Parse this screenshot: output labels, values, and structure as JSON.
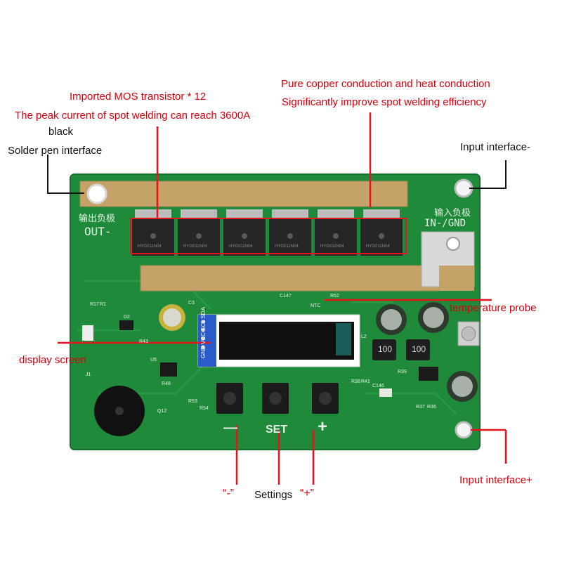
{
  "colors": {
    "annotation_red": "#d9000d",
    "annotation_black": "#111111",
    "pcb_green": "#1f8a3a",
    "copper": "#c4a268"
  },
  "annotations": {
    "mos_transistor": "Imported MOS transistor * 12",
    "peak_current": "The peak current of spot welding can reach 3600A",
    "black": "black",
    "solder_pen": "Solder pen interface",
    "copper_conduction": "Pure copper conduction and heat conduction",
    "efficiency": "Significantly improve spot welding efficiency",
    "input_minus": "Input interface-",
    "temperature_probe": "temperature probe",
    "display_screen": "display screen",
    "input_plus": "Input interface+",
    "minus_button": "“-”",
    "settings_button": "Settings",
    "plus_button": "“+”"
  },
  "board": {
    "out_cn": "输出负极",
    "out_en": "OUT-",
    "in_cn": "输入负极",
    "in_en": "IN-/GND",
    "oled_pins": "GND VCC SCL SDA",
    "btn_minus_mark": "—",
    "btn_set_mark": "SET",
    "btn_plus_mark": "+",
    "mos_parts": [
      "HYG011N04",
      "HYG011N04",
      "HYG011N04",
      "HYG011N04",
      "HYG011N04",
      "HYG011N04"
    ],
    "cap_labels": [
      "100",
      "100"
    ],
    "silk_refs": [
      "R17",
      "R1",
      "C3",
      "D2",
      "R43",
      "U5",
      "R48",
      "Q12",
      "R53",
      "R54",
      "C147",
      "NTC",
      "R52",
      "L2",
      "R39",
      "R38",
      "R41",
      "C146",
      "R37",
      "R36",
      "J1"
    ]
  }
}
